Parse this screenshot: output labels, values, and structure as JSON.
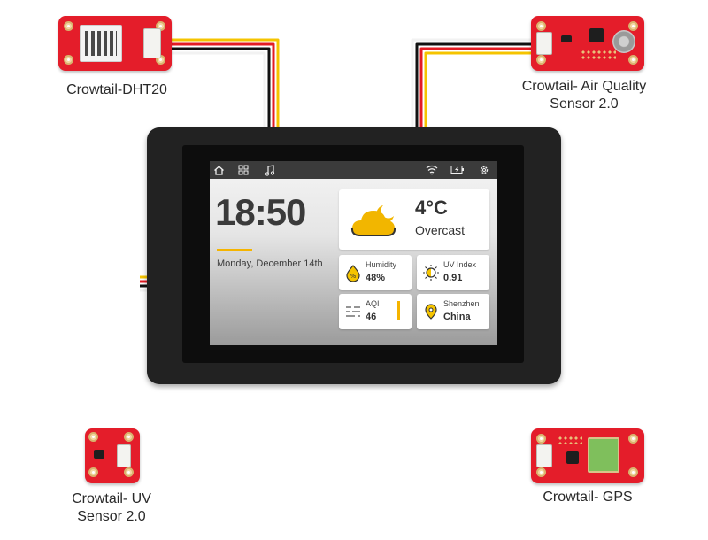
{
  "sensors": {
    "dht20": {
      "label": "Crowtail-DHT20"
    },
    "air_quality": {
      "label_line1": "Crowtail- Air Quality",
      "label_line2": "Sensor 2.0"
    },
    "uv": {
      "label_line1": "Crowtail- UV",
      "label_line2": "Sensor 2.0"
    },
    "gps": {
      "label": "Crowtail- GPS"
    }
  },
  "screen": {
    "statusbar": {
      "left_icons": [
        "home-icon",
        "apps-icon",
        "music-icon"
      ],
      "right_icons": [
        "wifi-icon",
        "battery-charging-icon",
        "settings-icon"
      ]
    },
    "clock": {
      "time": "18:50",
      "date": "Monday, December 14th"
    },
    "weather": {
      "temperature": "4°C",
      "condition": "Overcast",
      "icon": "cloud-moon-icon"
    },
    "tiles": {
      "humidity": {
        "label": "Humidity",
        "value": "48%",
        "icon": "humidity-drop-icon"
      },
      "uv_index": {
        "label": "UV Index",
        "value": "0.91",
        "icon": "uv-sun-icon"
      },
      "aqi": {
        "label": "AQI",
        "value": "46",
        "icon": "aqi-bars-icon"
      },
      "location": {
        "label": "Shenzhen",
        "value": "China",
        "icon": "location-pin-icon"
      }
    }
  },
  "colors": {
    "board_red": "#e41d2a",
    "wire_red": "#e31b23",
    "wire_yellow": "#f5c400",
    "wire_black": "#111111",
    "wire_white": "#f2f2f2",
    "accent_yellow": "#f5b400",
    "statusbar": "#3b3b3b"
  }
}
